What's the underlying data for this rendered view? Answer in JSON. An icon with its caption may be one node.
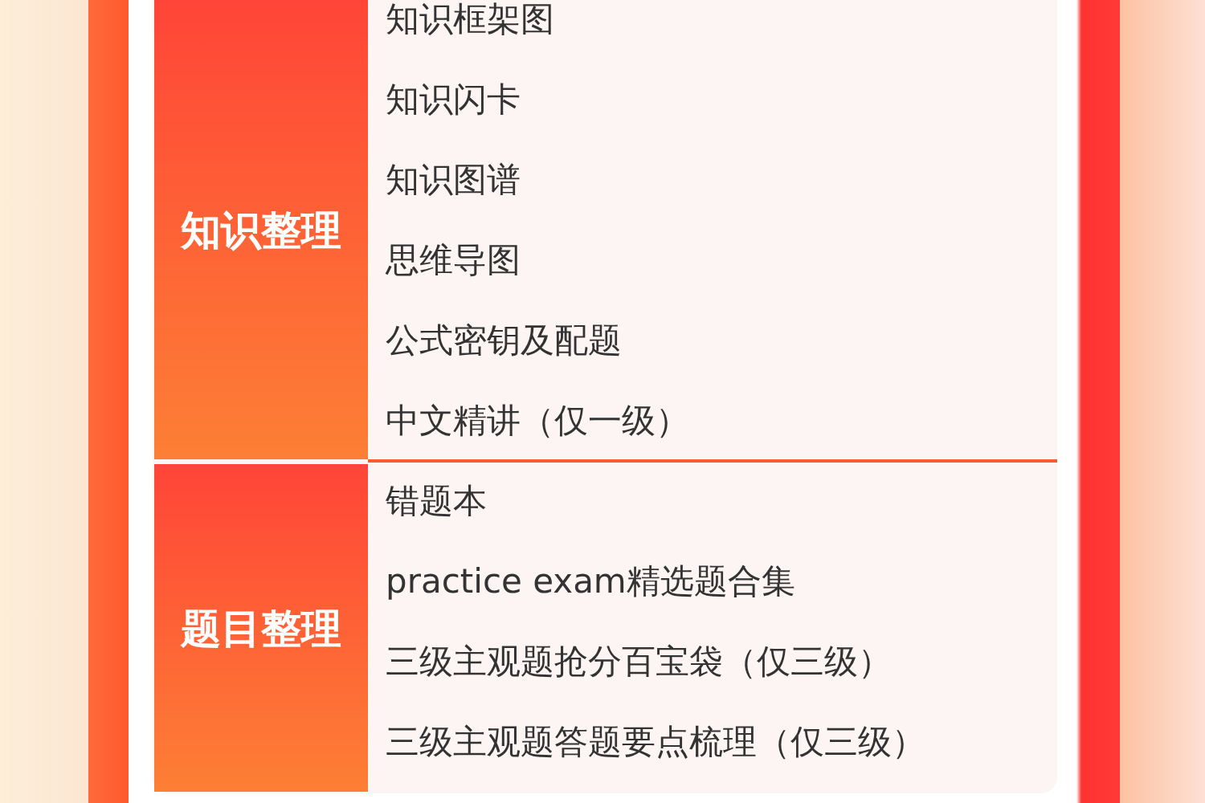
{
  "diagram": {
    "nodes": [
      {
        "text": [
          "知识整理"
        ],
        "beside": [
          "知识框架图",
          "知识闪卡",
          "知识图谱",
          "思维导图",
          "公式密钥及配题",
          "中文精讲（仅一级）"
        ]
      },
      {
        "text": [
          "题目整理"
        ],
        "beside": [
          "错题本",
          "practice exam精选题合集",
          "三级主观题抢分百宝袋（仅三级）",
          "三级主观题答题要点梳理（仅三级）"
        ]
      }
    ]
  }
}
